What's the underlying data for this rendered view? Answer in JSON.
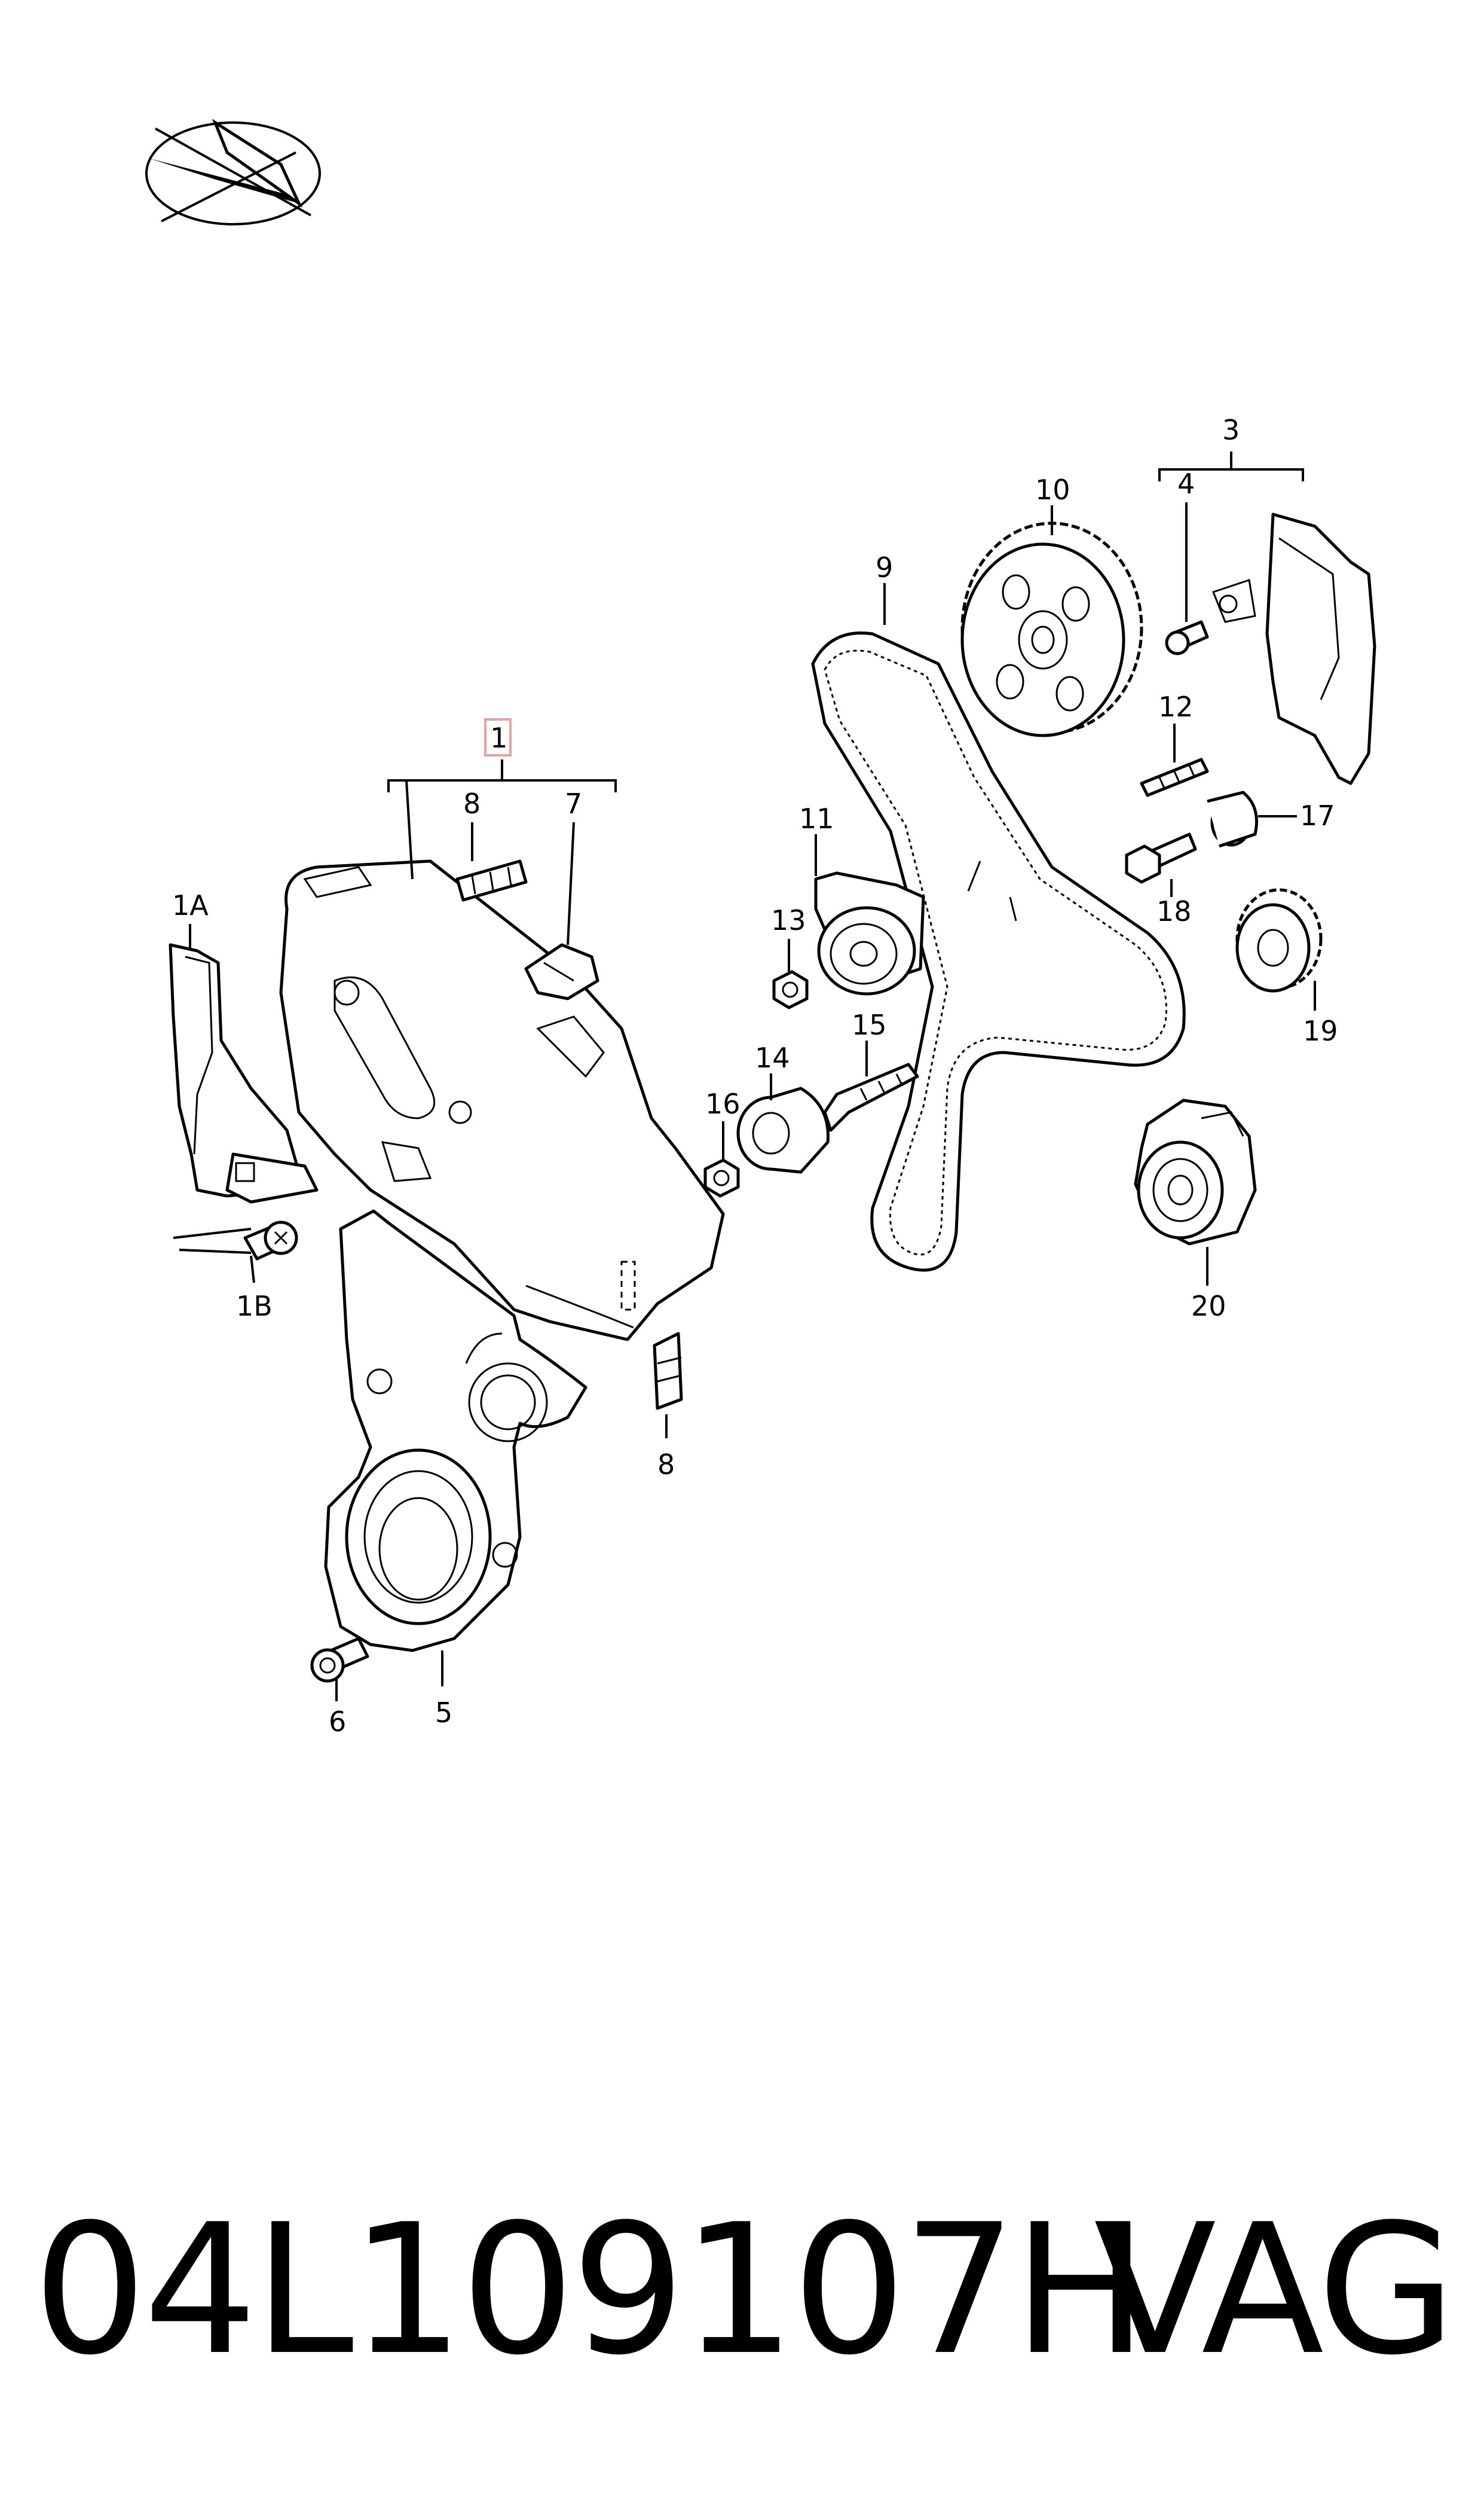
{
  "callouts": {
    "c1": "1",
    "c1A": "1A",
    "c1B": "1B",
    "c3": "3",
    "c4": "4",
    "c5": "5",
    "c6": "6",
    "c7": "7",
    "c8a": "8",
    "c8b": "8",
    "c9": "9",
    "c10": "10",
    "c11": "11",
    "c12": "12",
    "c13": "13",
    "c14": "14",
    "c15": "15",
    "c16": "16",
    "c17": "17",
    "c18": "18",
    "c19": "19",
    "c20": "20"
  },
  "footer": {
    "part_number": "04L109107H",
    "brand": "VAG"
  },
  "colors": {
    "highlight_box": "#e8a0a0",
    "line": "#000000",
    "background": "#ffffff"
  },
  "icons": {
    "logo": "catalog-logo-icon"
  }
}
